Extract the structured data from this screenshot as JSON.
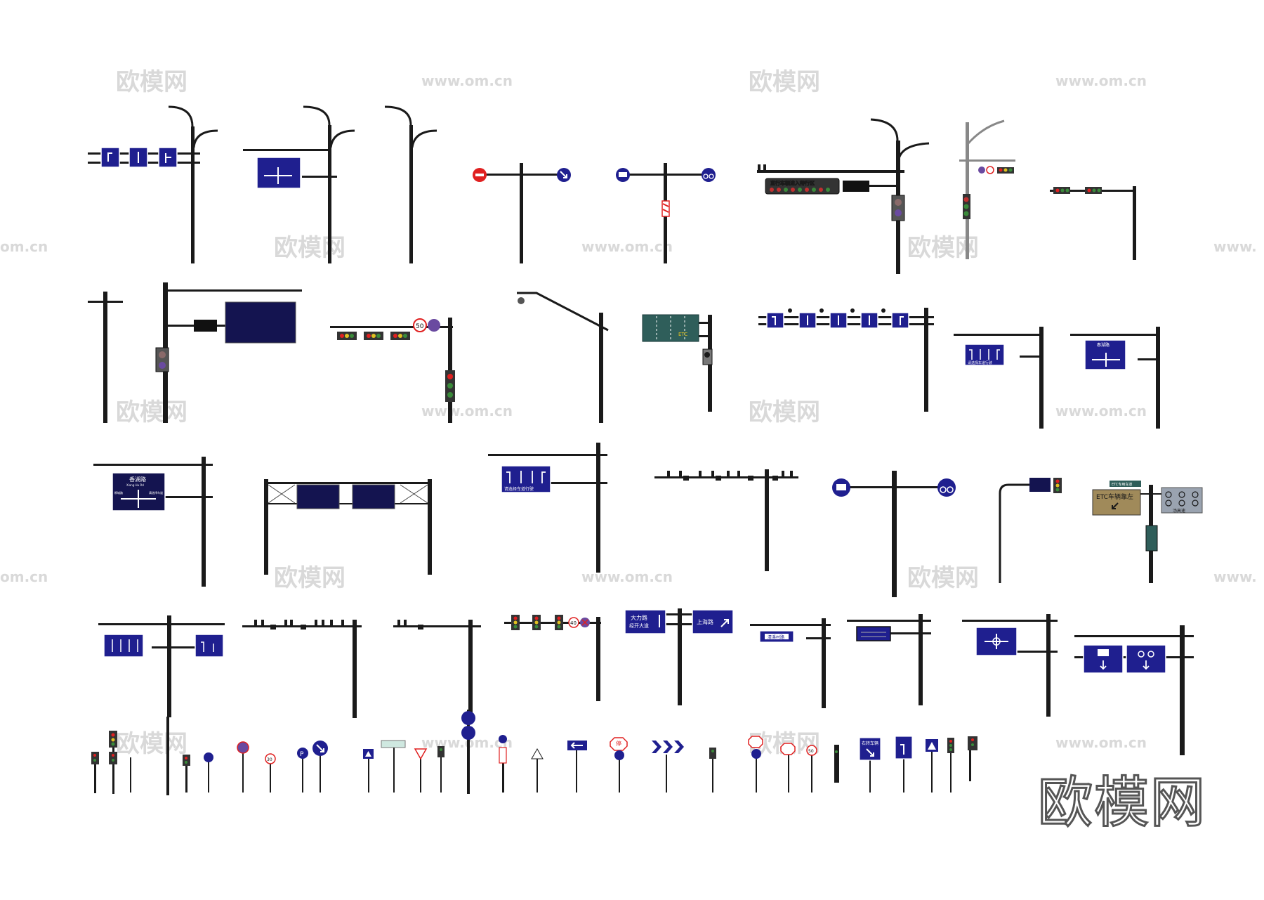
{
  "colors": {
    "pole": "#1a1a1a",
    "sign_blue": "#1f1f8f",
    "sign_navy": "#141450",
    "sign_teal": "#2f5e5a",
    "sign_brown": "#a08a5a",
    "sign_gray": "#9aa3b0",
    "red": "#e02020",
    "watermark": "#d8d8d8"
  },
  "watermarks": {
    "cn": "欧模网",
    "url": "www.om.cn",
    "url_edge": "om.cn",
    "url_edge_right": "www."
  },
  "brand": "欧模网",
  "signs": {
    "overhead_top": "直行车辆进入待行区",
    "lane_guide_bottom": "请选择车道行驶",
    "street_a": "春湖路",
    "street_b": "香湖路",
    "street_b_en": "Xiang Hu Rd",
    "side_text_left": "桐城路",
    "side_text_right": "请选择车道",
    "etc": "ETC",
    "etc_turn": "ETC车辆靠左",
    "etc_top": "ETC专用车道",
    "expressway": "汤高速",
    "dali_1": "大力路",
    "dali_2": "经开大道",
    "shanghai": "上海路",
    "village": "清溪村路",
    "right_turn": "右转车辆",
    "speed_50": "50",
    "speed_40": "40",
    "speed_30": "30",
    "stop": "停",
    "parking": "P"
  }
}
